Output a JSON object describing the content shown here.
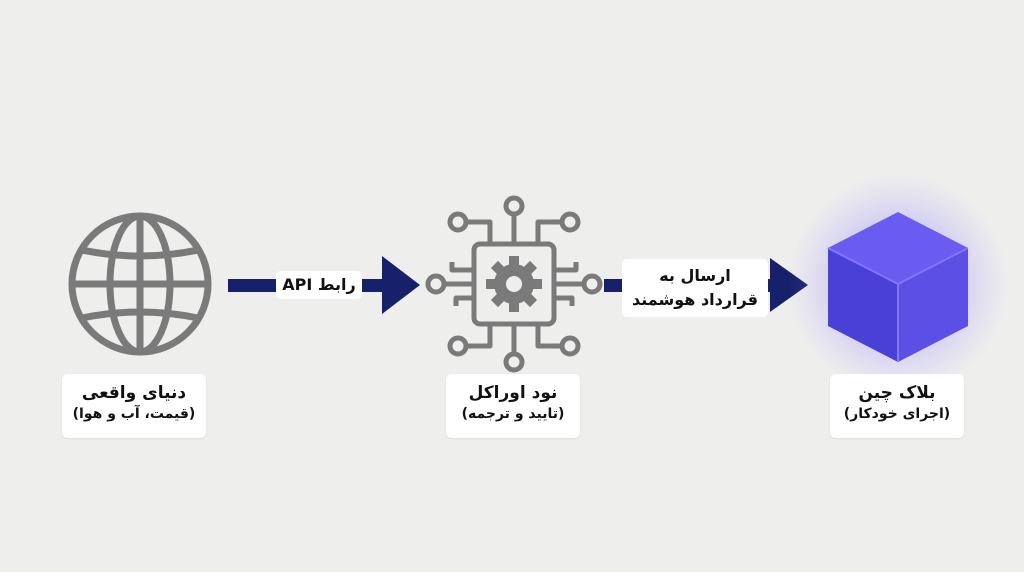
{
  "colors": {
    "background": "#eeeeed",
    "icon_gray": "#7a7a7a",
    "arrow_navy": "#17206b",
    "cube_purple": "#5a4ce0",
    "cube_glow": "#7b6bff"
  },
  "nodes": [
    {
      "icon": "globe-icon",
      "title": "دنیای واقعی",
      "subtitle": "(قیمت، آب و هوا)"
    },
    {
      "icon": "oracle-chip-gear-icon",
      "title": "نود اوراکل",
      "subtitle": "(تایید و ترجمه)"
    },
    {
      "icon": "blockchain-cube-icon",
      "title": "بلاک چین",
      "subtitle": "(اجرای خودکار)"
    }
  ],
  "edges": [
    {
      "from": "دنیای واقعی",
      "to": "نود اوراکل",
      "label": "رابط API"
    },
    {
      "from": "نود اوراکل",
      "to": "بلاک چین",
      "label_line1": "ارسال به",
      "label_line2": "قرارداد هوشمند"
    }
  ]
}
